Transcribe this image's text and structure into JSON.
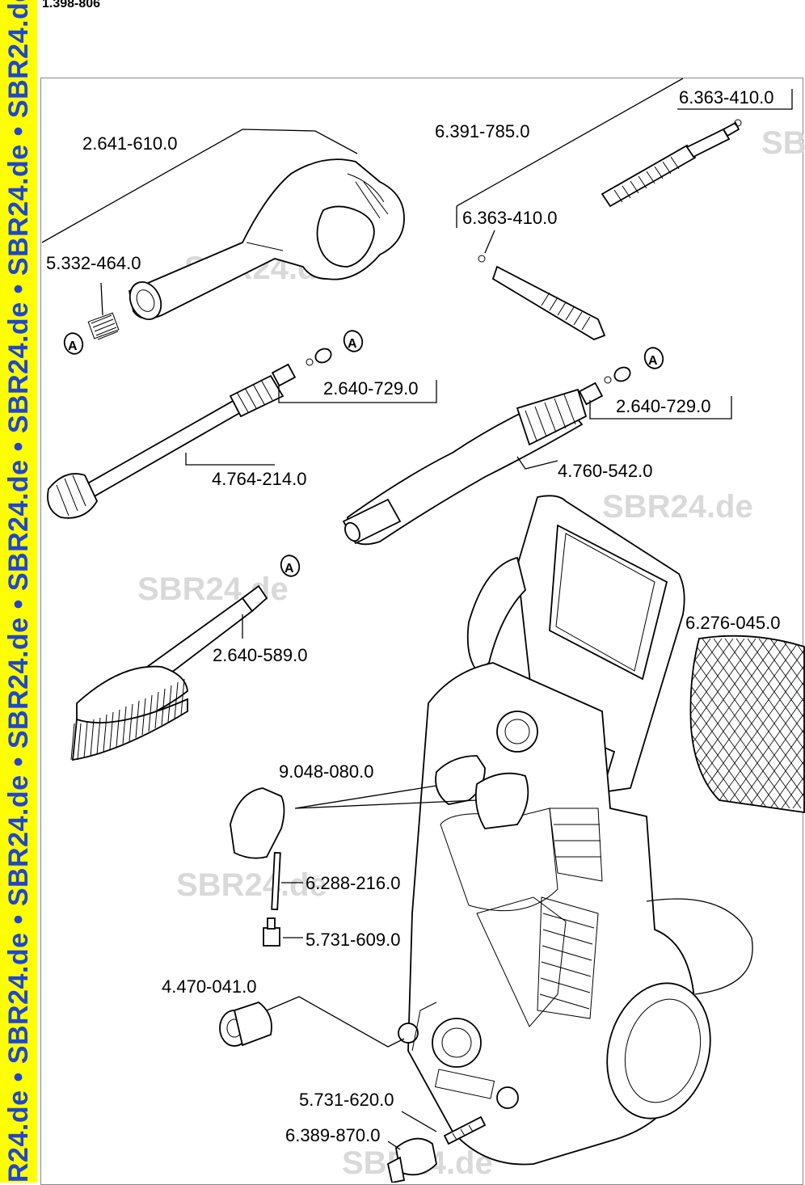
{
  "doc_number": "1.398-806",
  "sidebar_watermark": "R24.de • SBR24.de • SBR24.de • SBR24.de • SBR24.de • SBR24.de • SBR24.de • SBR24.de • SBR24",
  "watermarks": [
    "SBR24.de",
    "SBR24.de",
    "SBR24.de",
    "SBR24.de",
    "SBR24.de",
    "SBR24.de"
  ],
  "callout_marker": "A",
  "parts": {
    "gun": "2.641-610.0",
    "spring": "5.332-464.0",
    "hose": "6.391-785.0",
    "oring_top": "6.363-410.0",
    "oring_hose": "6.363-410.0",
    "nozzle_left": "2.640-729.0",
    "nozzle_right": "2.640-729.0",
    "lance_left": "4.764-214.0",
    "lance_right": "4.760-542.0",
    "brush": "2.640-589.0",
    "net": "6.276-045.0",
    "caps": "9.048-080.0",
    "rod": "6.288-216.0",
    "plug": "5.731-609.0",
    "coupling": "4.470-041.0",
    "filter": "5.731-620.0",
    "garden_coupling": "6.389-870.0"
  }
}
